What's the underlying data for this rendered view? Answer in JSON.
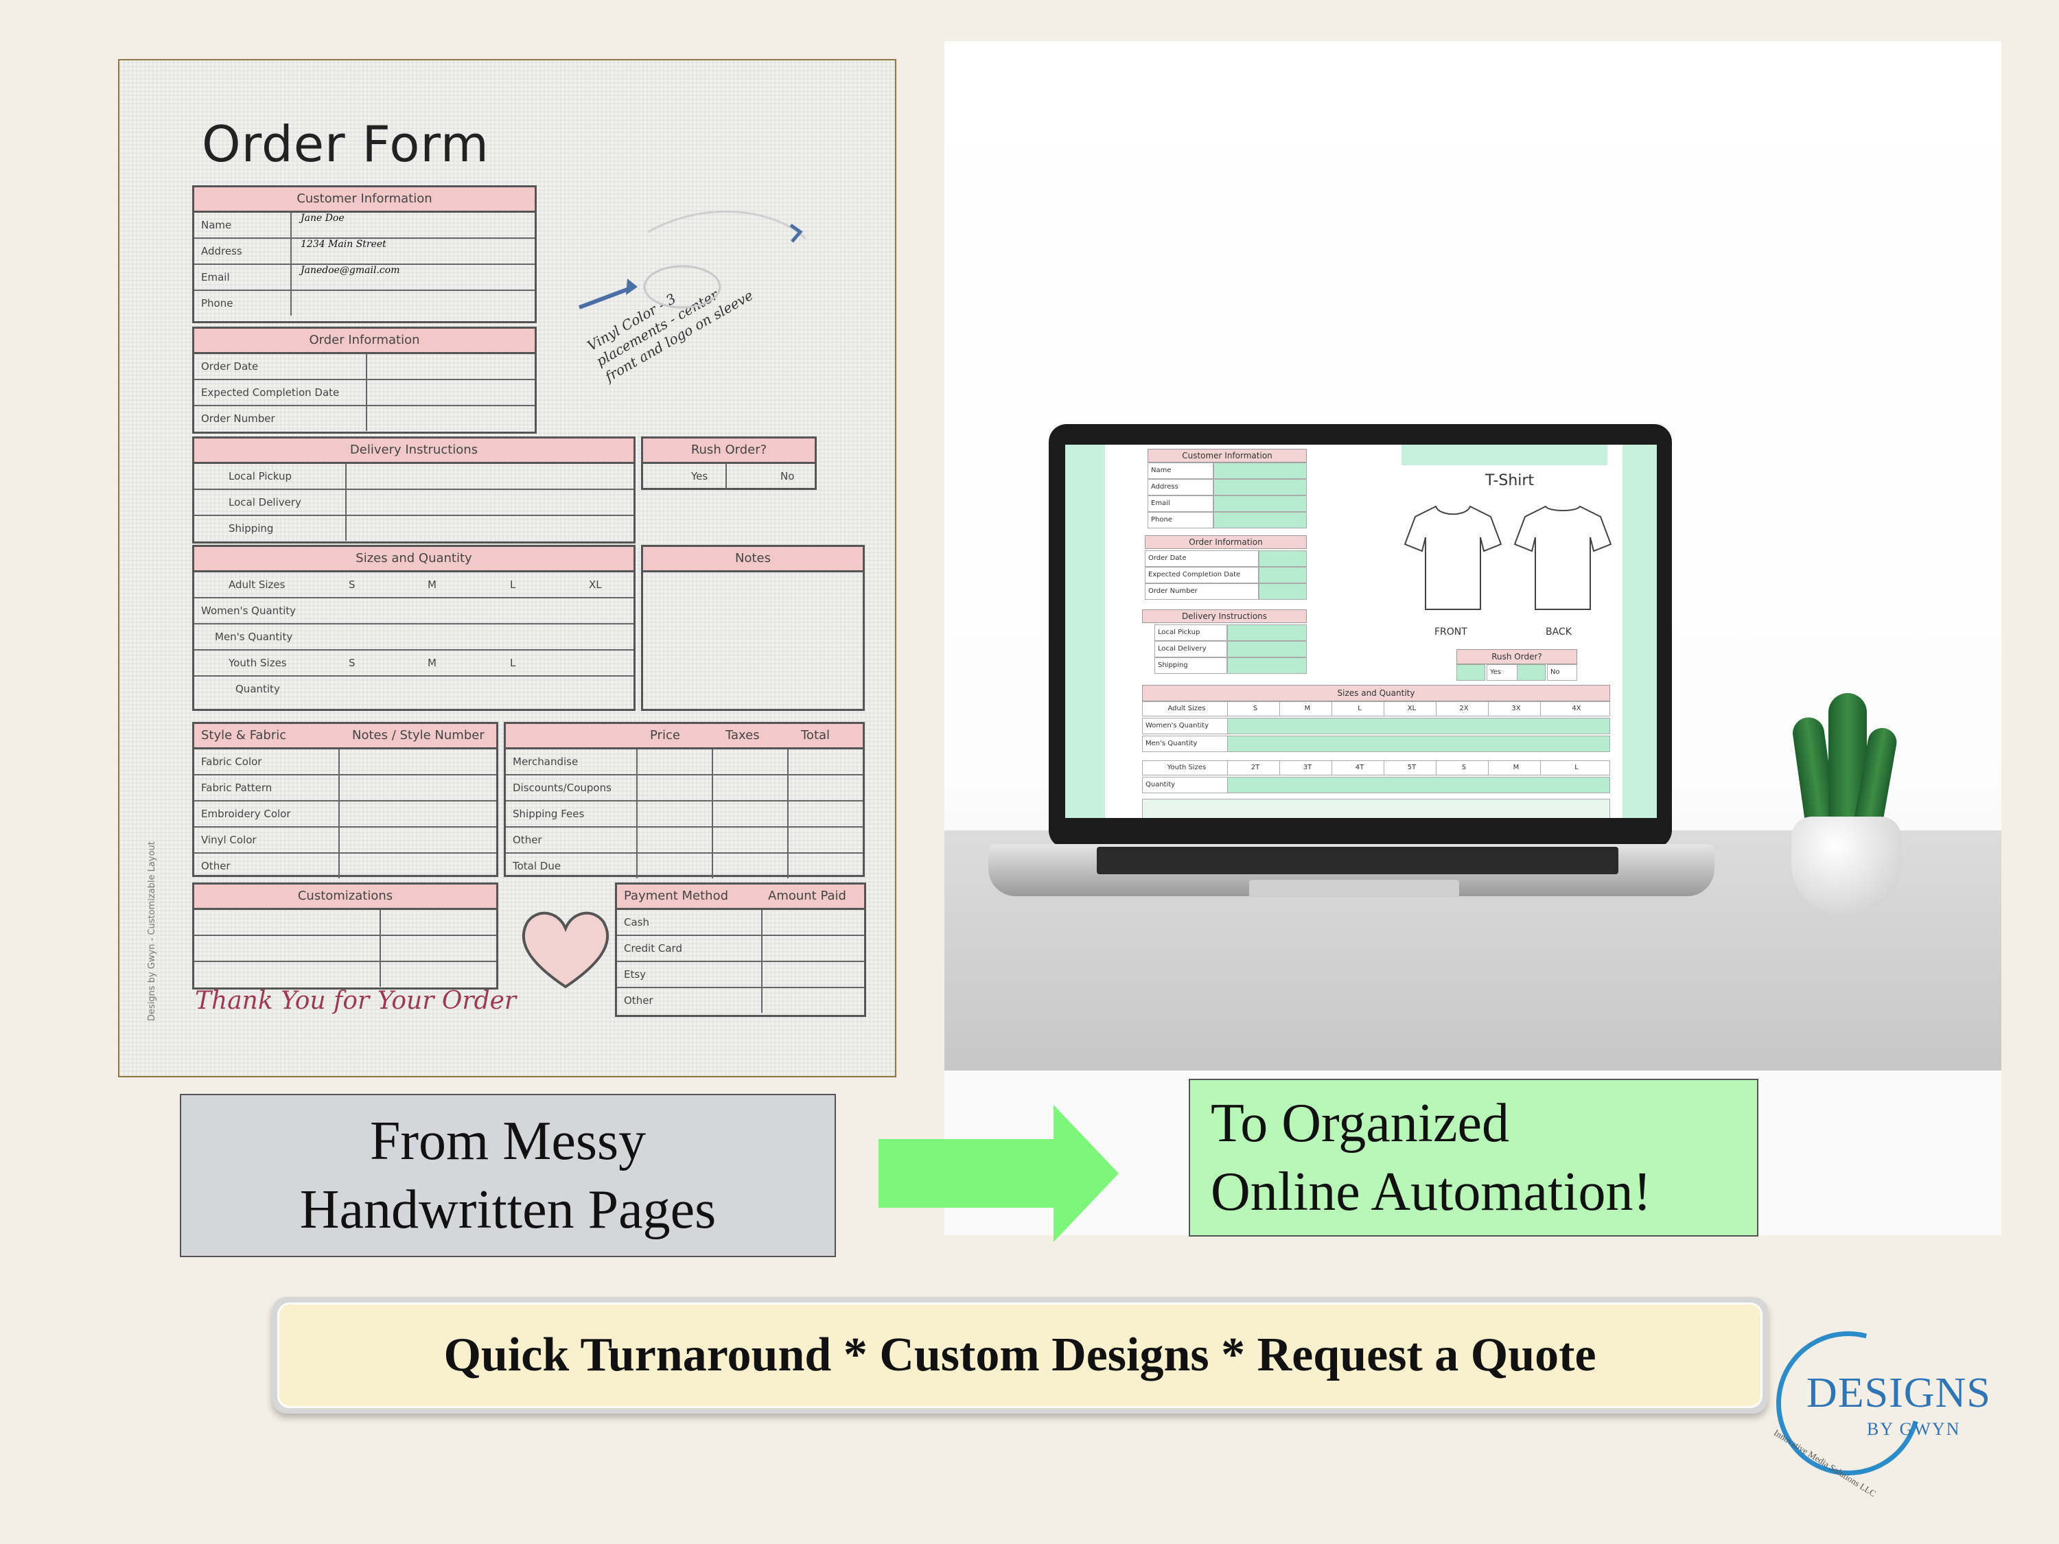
{
  "paper_form": {
    "title": "Order Form",
    "customer": {
      "header": "Customer Information",
      "rows": [
        "Name",
        "Address",
        "Email",
        "Phone"
      ],
      "handwritten": [
        "Jane Doe",
        "1234 Main Street",
        "Janedoe@gmail.com"
      ]
    },
    "order": {
      "header": "Order Information",
      "rows": [
        "Order Date",
        "Expected Completion Date",
        "Order Number"
      ]
    },
    "delivery": {
      "header": "Delivery Instructions",
      "rows": [
        "Local Pickup",
        "Local Delivery",
        "Shipping"
      ]
    },
    "rush": {
      "header": "Rush Order?",
      "yes": "Yes",
      "no": "No"
    },
    "sizes": {
      "header": "Sizes and Quantity",
      "rows": [
        "Adult Sizes",
        "Women's Quantity",
        "Men's Quantity",
        "Youth Sizes",
        "Quantity"
      ],
      "adult_sizes": [
        "S",
        "M",
        "L",
        "XL"
      ],
      "youth_sizes": [
        "S",
        "M",
        "L"
      ]
    },
    "notes": {
      "header": "Notes"
    },
    "style": {
      "headers": [
        "Style & Fabric",
        "Notes / Style Number"
      ],
      "rows": [
        "Fabric Color",
        "Fabric Pattern",
        "Embroidery Color",
        "Vinyl Color",
        "Other"
      ]
    },
    "pricing": {
      "headers": [
        "Price",
        "Taxes",
        "Total"
      ],
      "rows": [
        "Merchandise",
        "Discounts/Coupons",
        "Shipping Fees",
        "Other",
        "Total Due"
      ]
    },
    "customizations": {
      "header": "Customizations"
    },
    "payment": {
      "headers": [
        "Payment Method",
        "Amount Paid"
      ],
      "rows": [
        "Cash",
        "Credit Card",
        "Etsy",
        "Other"
      ]
    },
    "note_lines": [
      "Vinyl Color - 3",
      "placements - center",
      "front and logo on sleeve"
    ],
    "footer": "Thank You for Your Order",
    "side_text": "Designs by Gwyn - Customizable Layout"
  },
  "laptop_screen": {
    "customer": {
      "header": "Customer Information",
      "rows": [
        "Name",
        "Address",
        "Email",
        "Phone"
      ]
    },
    "order": {
      "header": "Order Information",
      "rows": [
        "Order Date",
        "Expected Completion Date",
        "Order Number"
      ]
    },
    "delivery": {
      "header": "Delivery Instructions",
      "rows": [
        "Local Pickup",
        "Local Delivery",
        "Shipping"
      ]
    },
    "tshirt_label": "T-Shirt",
    "front_label": "FRONT",
    "back_label": "BACK",
    "rush": {
      "header": "Rush Order?",
      "yes": "Yes",
      "no": "No"
    },
    "sizes": {
      "header": "Sizes and Quantity",
      "adult_label": "Adult Sizes",
      "adult_sizes": [
        "S",
        "M",
        "L",
        "XL",
        "2X",
        "3X",
        "4X"
      ],
      "women_label": "Women's Quantity",
      "men_label": "Men's Quantity",
      "youth_label": "Youth Sizes",
      "youth_sizes": [
        "2T",
        "3T",
        "4T",
        "5T",
        "S",
        "M",
        "L"
      ],
      "quantity_label": "Quantity"
    }
  },
  "caption_left": {
    "line1": "From Messy",
    "line2": "Handwritten Pages"
  },
  "caption_right": {
    "line1": "To Organized",
    "line2": "Online Automation!"
  },
  "banner": "Quick Turnaround * Custom Designs * Request a Quote",
  "logo": {
    "main": "DESIGNS",
    "sub": "BY GWYN",
    "curve": "Innovative Media Solutions LLC"
  },
  "colors": {
    "background": "#f4efe6",
    "pink_header": "#f2c8c8",
    "screen_green": "#b8ecd0",
    "arrow_green": "#7df57a",
    "caption_right_bg": "#b9f7b9",
    "banner_bg": "#f9f1ce",
    "logo_blue": "#2f74b5"
  }
}
